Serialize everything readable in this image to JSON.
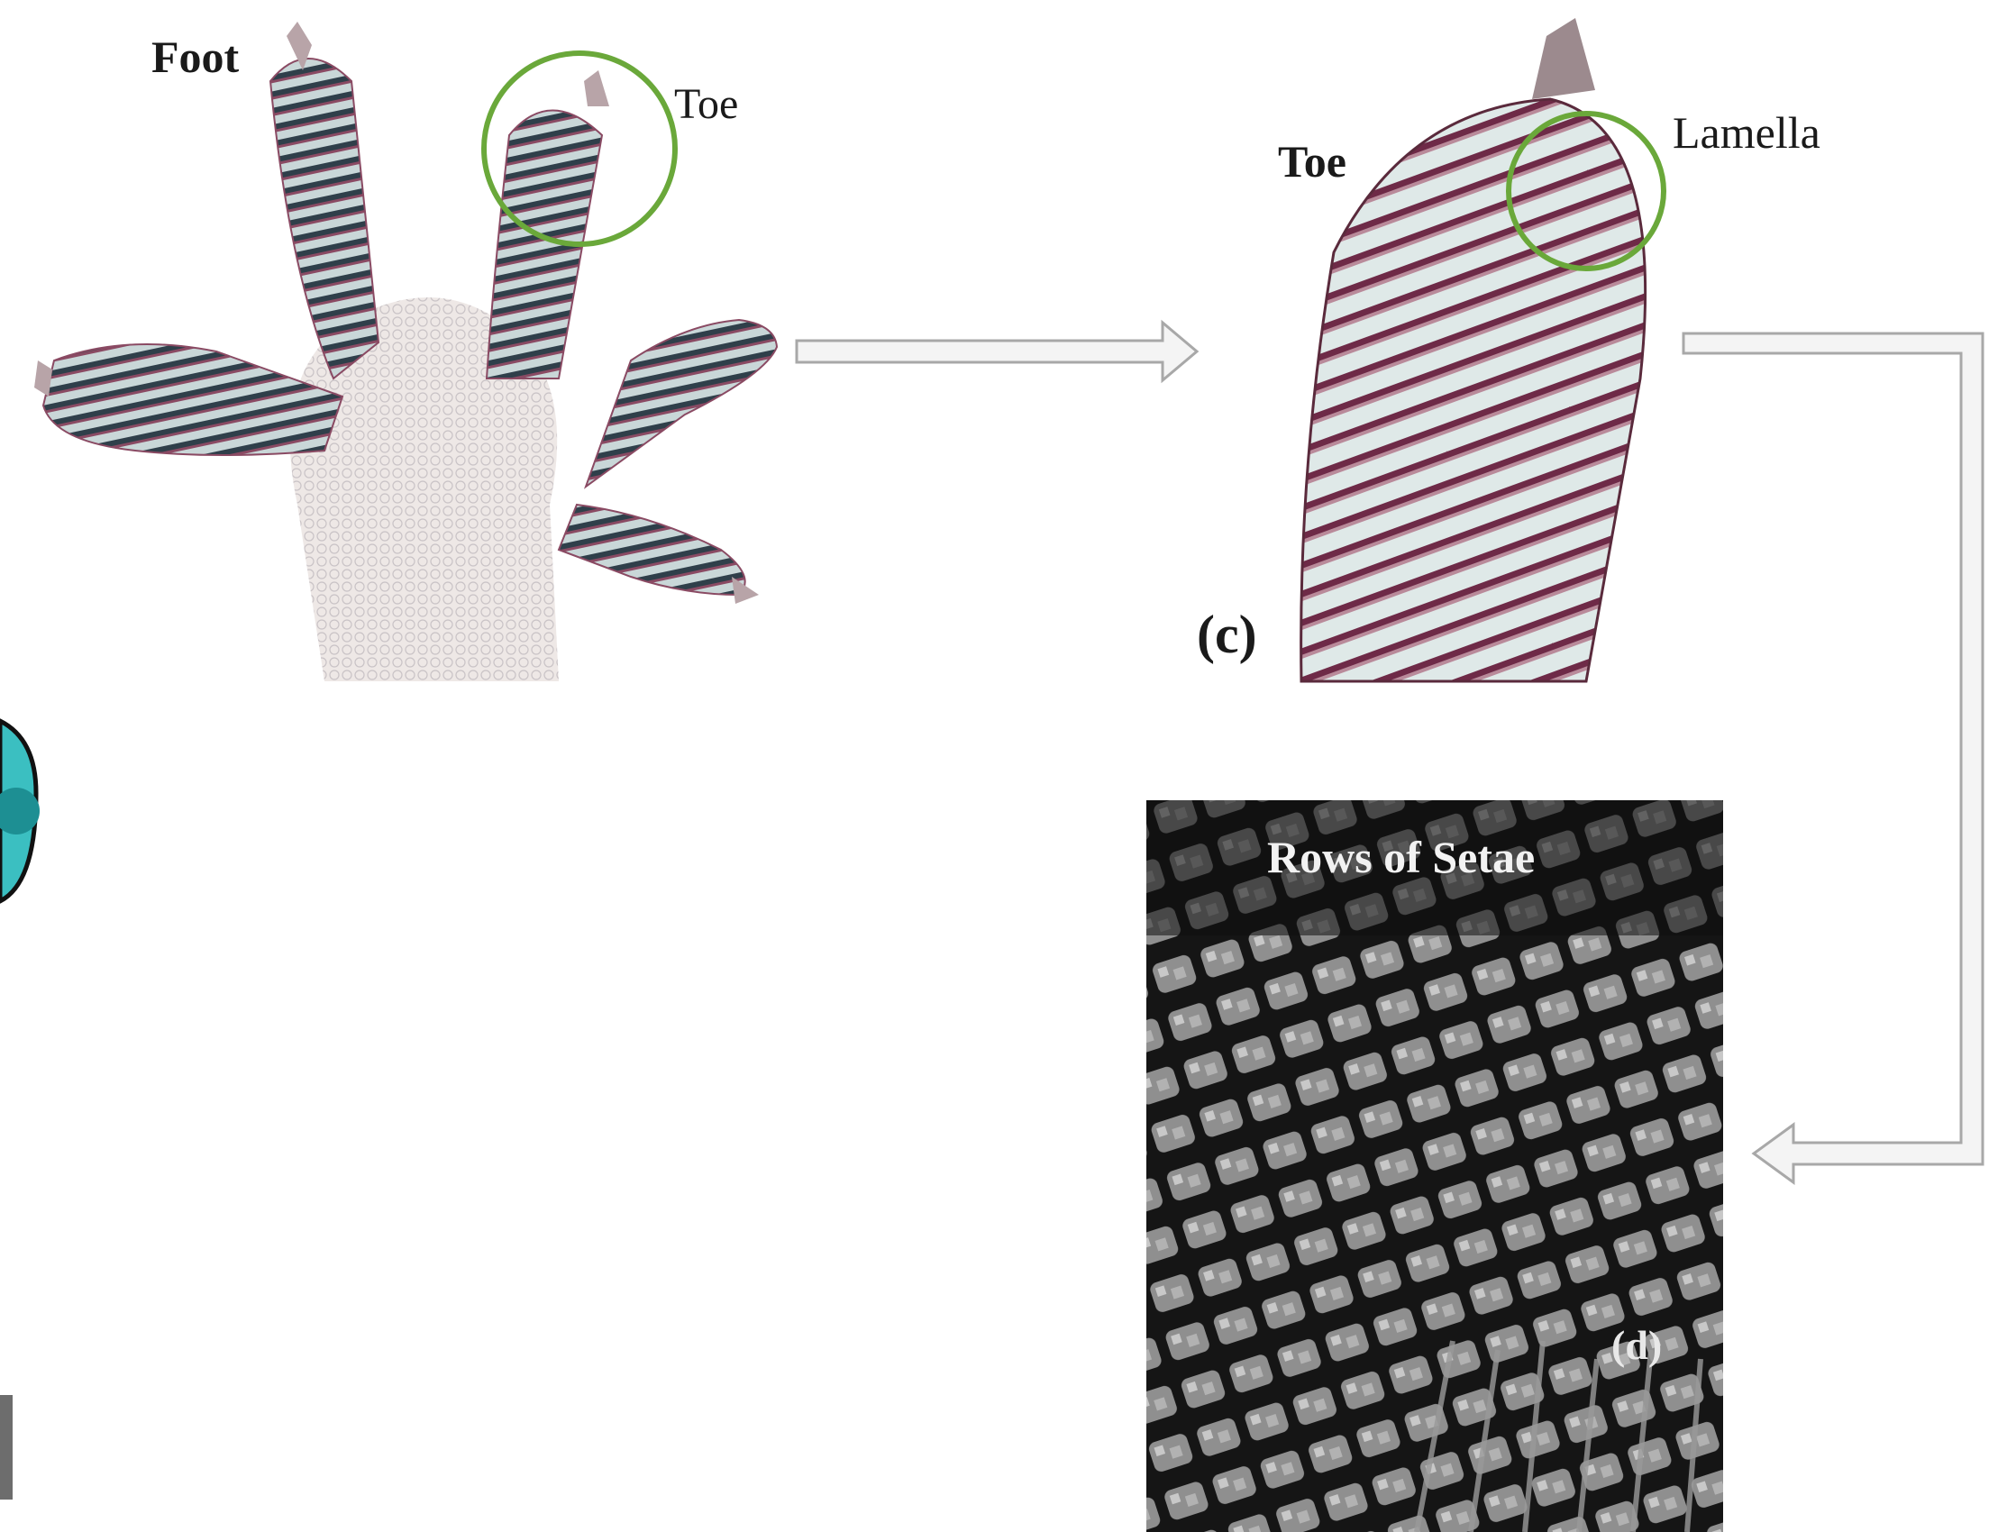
{
  "labels": {
    "foot": "Foot",
    "toe_foot": "Toe",
    "toe_closeup": "Toe",
    "lamella": "Lamella",
    "panel_c": "(c)",
    "setae": "Rows of Setae",
    "panel_d": "(d)"
  },
  "colors": {
    "circle": "#6aa83a",
    "arrow_stroke": "#a8a8a8",
    "arrow_fill": "#f4f4f4",
    "skin": "#e9e4ea",
    "lamella_dark": "#7a2f4c",
    "teal_decoration": "#3bbfc1"
  },
  "icons": [
    "right-arrow-icon",
    "elbow-arrow-icon",
    "highlight-circle-icon"
  ]
}
